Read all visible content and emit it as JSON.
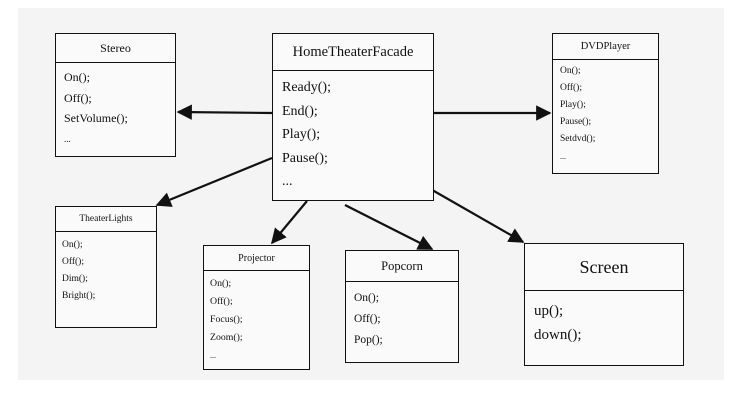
{
  "classes": {
    "facade": {
      "name": "HomeTheaterFacade",
      "methods": [
        "Ready();",
        "End();",
        "Play();",
        "Pause();",
        "..."
      ]
    },
    "stereo": {
      "name": "Stereo",
      "methods": [
        "On();",
        "Off();",
        "SetVolume();",
        "..."
      ]
    },
    "dvdplayer": {
      "name": "DVDPlayer",
      "methods": [
        "On();",
        "Off();",
        "Play();",
        "Pause();",
        "Setdvd();",
        "..."
      ]
    },
    "theaterlights": {
      "name": "TheaterLights",
      "methods": [
        "On();",
        "Off();",
        "Dim();",
        "Bright();"
      ]
    },
    "projector": {
      "name": "Projector",
      "methods": [
        "On();",
        "Off();",
        "Focus();",
        "Zoom();",
        "..."
      ]
    },
    "popcorn": {
      "name": "Popcorn",
      "methods": [
        "On();",
        "Off();",
        "Pop();"
      ]
    },
    "screen": {
      "name": "Screen",
      "methods": [
        "up();",
        "down();"
      ]
    }
  },
  "relationships": [
    {
      "from": "HomeTheaterFacade",
      "to": "Stereo",
      "type": "association-arrow"
    },
    {
      "from": "HomeTheaterFacade",
      "to": "DVDPlayer",
      "type": "association-arrow"
    },
    {
      "from": "HomeTheaterFacade",
      "to": "TheaterLights",
      "type": "association-arrow"
    },
    {
      "from": "HomeTheaterFacade",
      "to": "Projector",
      "type": "association-arrow"
    },
    {
      "from": "HomeTheaterFacade",
      "to": "Popcorn",
      "type": "association-arrow"
    },
    {
      "from": "HomeTheaterFacade",
      "to": "Screen",
      "type": "association-arrow"
    }
  ],
  "colors": {
    "line": "#111111",
    "box_fill": "#fafafa",
    "canvas": "#f4f4f4"
  }
}
